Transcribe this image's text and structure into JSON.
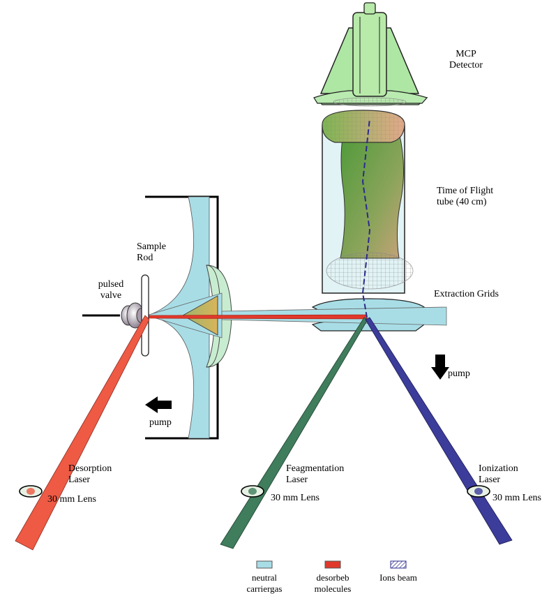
{
  "colors": {
    "neutral_carrier_gas": "#a8dde6",
    "desorbed_molecules": "#e0392b",
    "ions_beam": "#2a2a8c",
    "detector_green": "#aee6a3",
    "flight_tube_green": "#6fa84a",
    "desorption_laser": "#ee5a44",
    "fragmentation_laser": "#3f7d5c",
    "ionization_laser": "#3c3c9a"
  },
  "labels": {
    "mcp_detector": [
      "MCP",
      "Detector"
    ],
    "time_of_flight": [
      "Time of Flight",
      "tube (40 cm)"
    ],
    "sample_rod": [
      "Sample",
      "Rod"
    ],
    "pulsed_valve": [
      "pulsed",
      "valve"
    ],
    "extraction_grids": "Extraction Grids",
    "pump_left": "pump",
    "pump_right": "pump",
    "desorption_laser": [
      "Desorption",
      "Laser"
    ],
    "fragmentation_laser": [
      "Feagmentation",
      "Laser"
    ],
    "ionization_laser": [
      "Ionization",
      "Laser"
    ],
    "lens_left": "30 mm Lens",
    "lens_middle": "30 mm Lens",
    "lens_right": "30 mm Lens"
  },
  "legend": [
    {
      "key": "neutral",
      "lines": [
        "neutral",
        "carriergas"
      ],
      "swatch": "neutral_carrier_gas",
      "icon": "solid-swatch"
    },
    {
      "key": "desorbed",
      "lines": [
        "desorbeb",
        "molecules"
      ],
      "swatch": "desorbed_molecules",
      "icon": "solid-swatch"
    },
    {
      "key": "ions",
      "lines": [
        "Ions beam"
      ],
      "swatch": "ions_beam",
      "icon": "hatched-swatch"
    }
  ]
}
